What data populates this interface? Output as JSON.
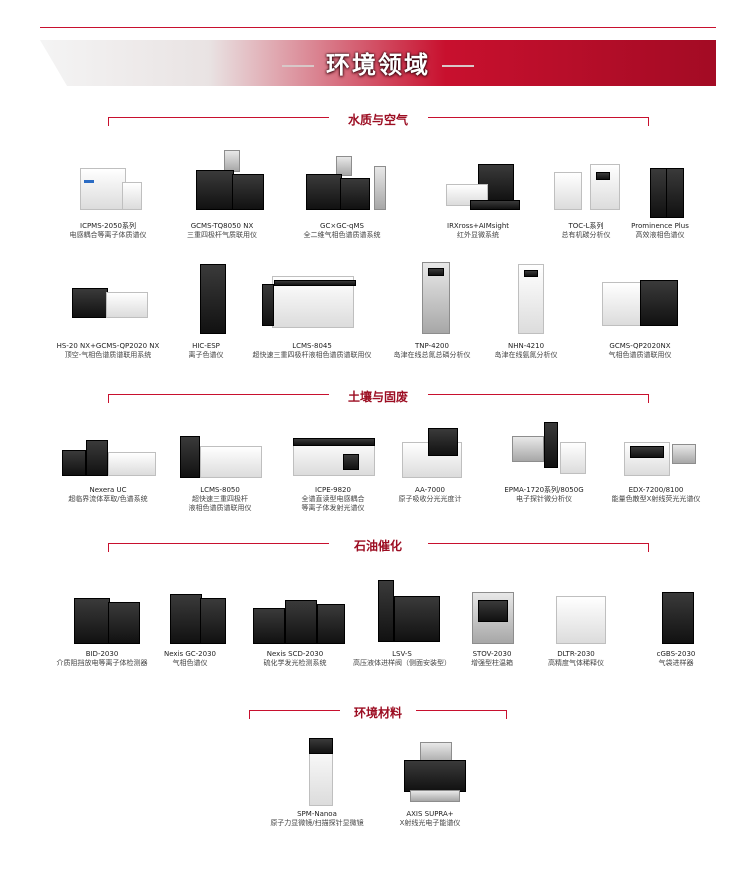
{
  "header": {
    "title": "环境领域"
  },
  "sections": [
    {
      "title": "水质与空气"
    },
    {
      "title": "土壤与固废"
    },
    {
      "title": "石油催化"
    },
    {
      "title": "环境材料"
    }
  ],
  "water": [
    {
      "model": "ICPMS-2050系列",
      "desc": "电感耦合等离子体质谱仪"
    },
    {
      "model": "GCMS-TQ8050 NX",
      "desc": "三重四极杆气质联用仪"
    },
    {
      "model": "GC×GC-qMS",
      "desc": "全二维气相色谱质谱系统"
    },
    {
      "model": "IRXross+AIMsight",
      "desc": "红外显微系统"
    },
    {
      "model": "TOC-L系列",
      "desc": "总有机碳分析仪"
    },
    {
      "model": "Prominence Plus",
      "desc": "高效液相色谱仪"
    },
    {
      "model": "HS-20 NX+GCMS-QP2020 NX",
      "desc": "顶空-气相色谱质谱联用系统"
    },
    {
      "model": "HIC-ESP",
      "desc": "离子色谱仪"
    },
    {
      "model": "LCMS-8045",
      "desc": "超快速三重四极杆液相色谱质谱联用仪"
    },
    {
      "model": "TNP-4200",
      "desc": "岛津在线总氮总磷分析仪"
    },
    {
      "model": "NHN-4210",
      "desc": "岛津在线氨氮分析仪"
    },
    {
      "model": "GCMS-QP2020NX",
      "desc": "气相色谱质谱联用仪"
    }
  ],
  "soil": [
    {
      "model": "Nexera UC",
      "desc": "超临界流体萃取/色谱系统"
    },
    {
      "model": "LCMS-8050",
      "desc": "超快速三重四极杆",
      "desc2": "液相色谱质谱联用仪"
    },
    {
      "model": "ICPE-9820",
      "desc": "全谱直读型电感耦合",
      "desc2": "等离子体发射光谱仪"
    },
    {
      "model": "AA-7000",
      "desc": "原子吸收分光光度计"
    },
    {
      "model": "EPMA-1720系列/8050G",
      "desc": "电子探针微分析仪"
    },
    {
      "model": "EDX-7200/8100",
      "desc": "能量色散型X射线荧光光谱仪"
    }
  ],
  "petro": [
    {
      "model": "BID-2030",
      "desc": "介质阻挡放电等离子体检测器"
    },
    {
      "model": "Nexis GC-2030",
      "desc": "气相色谱仪"
    },
    {
      "model": "Nexis SCD-2030",
      "desc": "硫化学发光检测系统"
    },
    {
      "model": "LSV-S",
      "desc": "高压液体进样阀（侧面安装型）"
    },
    {
      "model": "STOV-2030",
      "desc": "增强型柱温箱"
    },
    {
      "model": "DLTR-2030",
      "desc": "高精度气体稀释仪"
    },
    {
      "model": "cGBS-2030",
      "desc": "气袋进样器"
    }
  ],
  "materials": [
    {
      "model": "SPM-Nanoa",
      "desc": "原子力显微镜/扫描探针显微镜"
    },
    {
      "model": "AXIS SUPRA+",
      "desc": "X射线光电子能谱仪"
    }
  ]
}
